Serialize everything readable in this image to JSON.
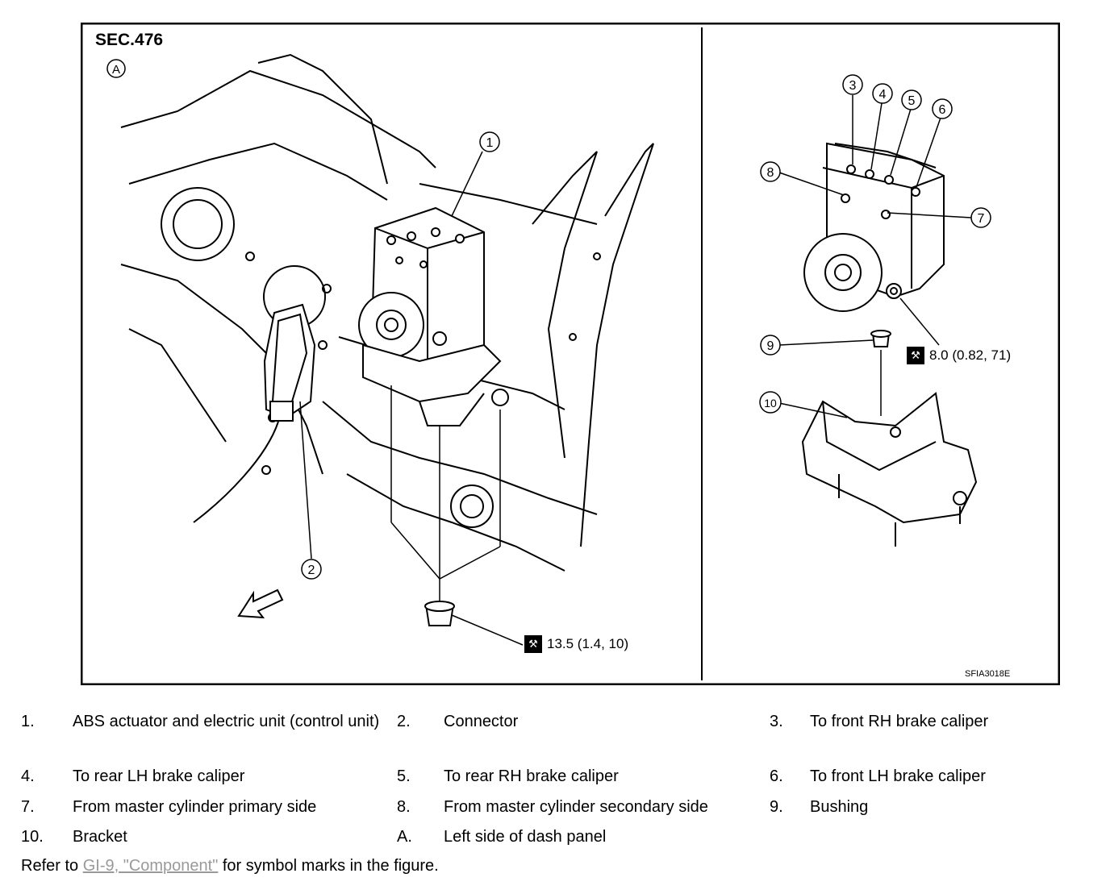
{
  "figure": {
    "section": "SEC.476",
    "view_label": "A",
    "figure_code": "SFIA3018E",
    "left_callouts": [
      "1",
      "2"
    ],
    "right_callouts": [
      "3",
      "4",
      "5",
      "6",
      "7",
      "8",
      "9",
      "10"
    ],
    "torque_left": "13.5 (1.4, 10)",
    "torque_right": "8.0 (0.82, 71)"
  },
  "legend": [
    {
      "num": "1.",
      "text": "ABS actuator and electric unit (control unit)"
    },
    {
      "num": "2.",
      "text": "Connector"
    },
    {
      "num": "3.",
      "text": "To front RH brake caliper"
    },
    {
      "num": "4.",
      "text": "To rear LH brake caliper"
    },
    {
      "num": "5.",
      "text": "To rear RH brake caliper"
    },
    {
      "num": "6.",
      "text": "To front LH brake caliper"
    },
    {
      "num": "7.",
      "text": "From master cylinder primary side"
    },
    {
      "num": "8.",
      "text": "From master cylinder secondary side"
    },
    {
      "num": "9.",
      "text": "Bushing"
    },
    {
      "num": "10.",
      "text": "Bracket"
    },
    {
      "num": "A.",
      "text": "Left side of dash panel"
    }
  ],
  "refer": {
    "prefix": "Refer to ",
    "link": "GI-9, \"Component\"",
    "suffix": " for symbol marks in the figure."
  }
}
